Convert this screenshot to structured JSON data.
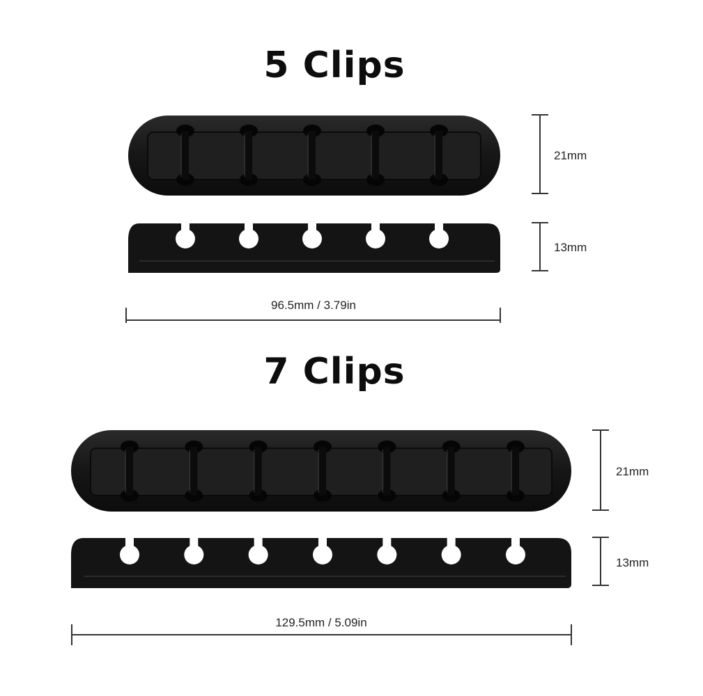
{
  "sections": [
    {
      "title": "5 Clips",
      "height_top": "21mm",
      "height_side": "13mm",
      "length": "96.5mm / 3.79in",
      "clip_count": 5
    },
    {
      "title": "7 Clips",
      "height_top": "21mm",
      "height_side": "13mm",
      "length": "129.5mm / 5.09in",
      "clip_count": 7
    }
  ],
  "colors": {
    "product": "#141414",
    "product_highlight": "#2e2e2e",
    "dimension_line": "#333333",
    "text": "#222222"
  }
}
